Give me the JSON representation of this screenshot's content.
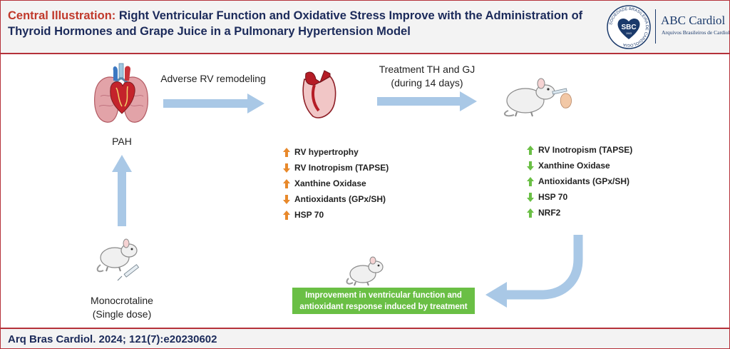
{
  "header": {
    "title_lead": "Central Illustration:",
    "title_line1": "Right Ventricular Function and Oxidative Stress Improve with the Administration of",
    "title_line2": "Thyroid Hormones and Grape Juice in a Pulmonary Hypertension Model",
    "logo_sbc": "SBC",
    "logo_sbc_ring": "SOCIEDADE BRASILEIRA DE CARDIOLOGIA",
    "logo_sbc_year": "1943",
    "logo_abc": "ABC Cardiol",
    "logo_abc_sub": "Arquivos Brasileiros de Cardiologia"
  },
  "labels": {
    "pah": "PAH",
    "adverse": "Adverse RV remodeling",
    "treatment_line1": "Treatment TH and GJ",
    "treatment_line2": "(during 14 days)",
    "mono_line1": "Monocrotaline",
    "mono_line2": "(Single dose)",
    "improvement_line1": "Improvement in ventricular function and",
    "improvement_line2": "antioxidant response induced by treatment"
  },
  "pah_effects": [
    {
      "label": "RV hypertrophy",
      "direction": "up"
    },
    {
      "label": "RV Inotropism (TAPSE)",
      "direction": "down"
    },
    {
      "label": "Xanthine Oxidase",
      "direction": "up"
    },
    {
      "label": "Antioxidants (GPx/SH)",
      "direction": "down"
    },
    {
      "label": "HSP 70",
      "direction": "up"
    }
  ],
  "treatment_effects": [
    {
      "label": "RV Inotropism (TAPSE)",
      "direction": "up"
    },
    {
      "label": "Xanthine Oxidase",
      "direction": "down"
    },
    {
      "label": "Antioxidants (GPx/SH)",
      "direction": "up"
    },
    {
      "label": "HSP 70",
      "direction": "down"
    },
    {
      "label": "NRF2",
      "direction": "up"
    }
  ],
  "colors": {
    "pah_arrow": "#e8892b",
    "treatment_arrow": "#6abf45",
    "flow_arrow": "#a9c8e6",
    "accent": "#b5323a",
    "title": "#1b2a5a"
  },
  "footer": {
    "citation": "Arq Bras Cardiol. 2024; 121(7):e20230602"
  }
}
